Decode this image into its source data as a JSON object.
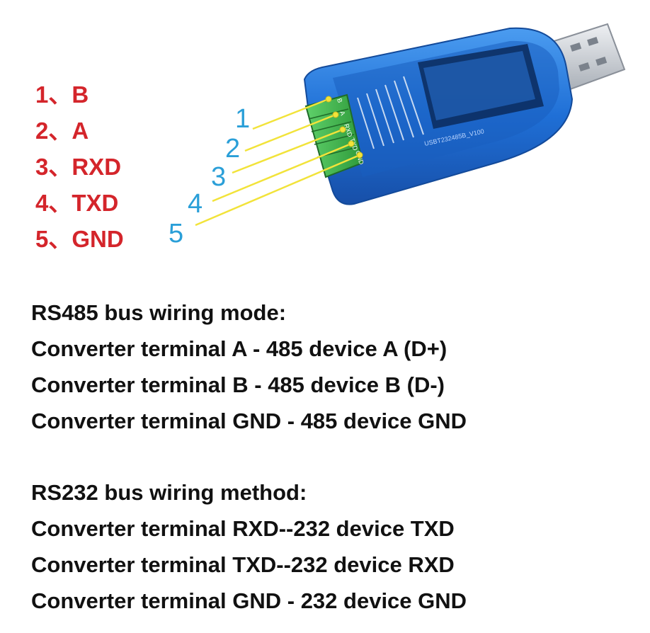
{
  "pins": [
    {
      "label": "1、B"
    },
    {
      "label": "2、A"
    },
    {
      "label": "3、RXD"
    },
    {
      "label": "4、TXD"
    },
    {
      "label": "5、GND"
    }
  ],
  "callouts": [
    "1",
    "2",
    "3",
    "4",
    "5"
  ],
  "device": {
    "model_text": "USBT232485B_V100",
    "terminal_labels": [
      "B",
      "A",
      "RXD",
      "TXD",
      "GND"
    ]
  },
  "rs485": {
    "heading": "RS485 bus wiring mode:",
    "lines": [
      "Converter terminal A - 485 device A (D+)",
      "Converter terminal B - 485 device B (D-)",
      "Converter terminal GND - 485 device GND"
    ]
  },
  "rs232": {
    "heading": "RS232 bus wiring method:",
    "lines": [
      "Converter terminal RXD--232 device TXD",
      "Converter terminal TXD--232 device RXD",
      "Converter terminal GND - 232 device GND"
    ]
  },
  "colors": {
    "pin_text": "#d4252b",
    "callout_number": "#2a9fd8",
    "leader_line": "#f2e33a",
    "device_body": "#1f6fd6",
    "terminal_block": "#3fb44a",
    "usb_plug": "#cfd3d8"
  }
}
